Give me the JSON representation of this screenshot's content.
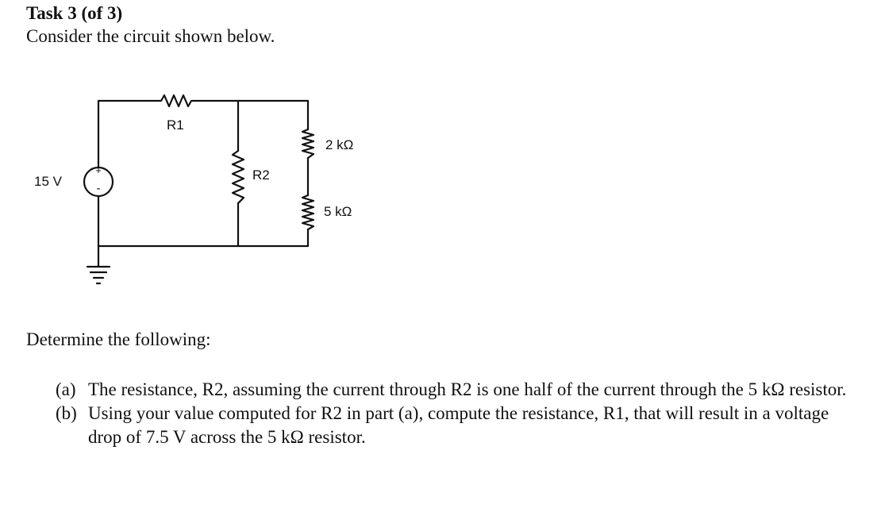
{
  "task": {
    "title": "Task 3 (of 3)",
    "intro": "Consider the circuit shown below."
  },
  "circuit": {
    "source_label": "15 V",
    "source_plus": "+",
    "source_minus": "-",
    "r1_label": "R1",
    "r2_label": "R2",
    "r_top_label": "2 kΩ",
    "r_bottom_label": "5 kΩ"
  },
  "questions": {
    "heading": "Determine the following:",
    "parts": [
      {
        "marker": "(a)",
        "text": "The resistance, R2, assuming the current through R2 is one half of the current through the 5 kΩ resistor."
      },
      {
        "marker": "(b)",
        "text": "Using your value computed for R2 in part (a), compute the resistance, R1, that will result in a voltage drop of 7.5 V across the 5 kΩ resistor."
      }
    ]
  }
}
